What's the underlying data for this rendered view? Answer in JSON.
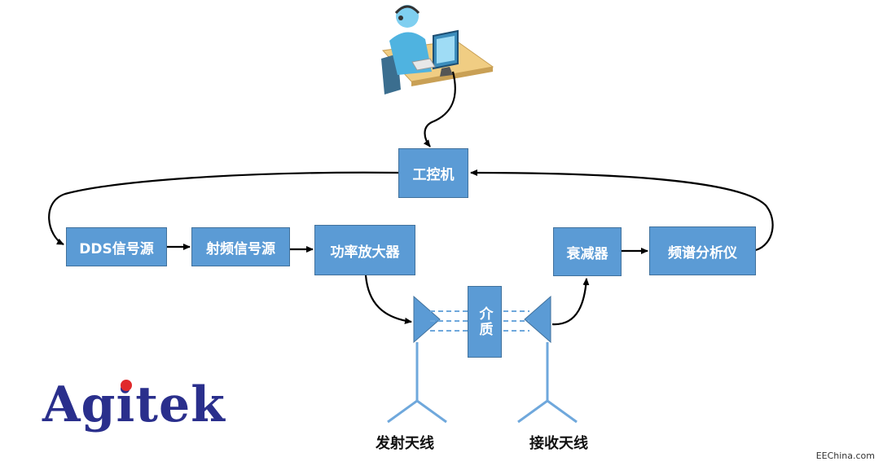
{
  "blocks": {
    "ipc": "工控机",
    "dds": "DDS信号源",
    "rf": "射频信号源",
    "pa": "功率放大器",
    "attenuator": "衰减器",
    "analyzer": "频谱分析仪",
    "medium": "介质"
  },
  "labels": {
    "tx_antenna": "发射天线",
    "rx_antenna": "接收天线"
  },
  "logo": "Agitek",
  "credit": "EEChina.com",
  "colors": {
    "block_fill": "#5b9bd5",
    "block_border": "#41719c",
    "logo": "#2a2f8c",
    "logo_dot": "#e0292b"
  },
  "icons": [
    "operator-at-computer-icon",
    "transmit-antenna-icon",
    "receive-antenna-icon"
  ]
}
